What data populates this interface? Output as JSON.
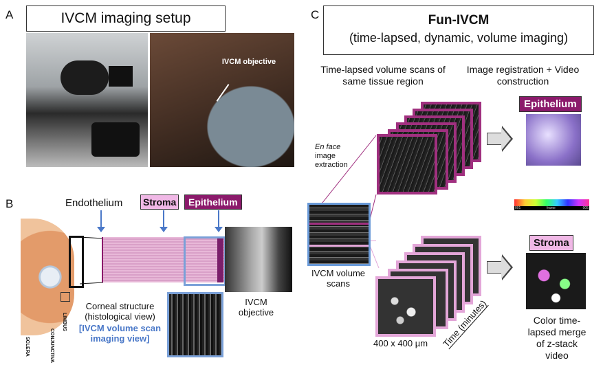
{
  "panel_a": {
    "letter": "A",
    "title": "IVCM imaging setup",
    "photo_label": "IVCM objective"
  },
  "panel_b": {
    "letter": "B",
    "endothelium": "Endothelium",
    "stroma": "Stroma",
    "epithelium": "Epithelium",
    "eye_labels": [
      "SCLERA",
      "CONJUNCTIVA",
      "LIMBUS"
    ],
    "corneal_structure": "Corneal structure (histological view)",
    "imaging_view": "[IVCM volume scan imaging view]",
    "objective": "IVCM objective"
  },
  "panel_c": {
    "letter": "C",
    "title": "Fun-IVCM",
    "subtitle": "(time-lapsed, dynamic, volume imaging)",
    "col1": "Time-lapsed volume scans of same tissue region",
    "col2": "Image registration + Video construction",
    "en_face_italic": "En face",
    "en_face_rest": "image extraction",
    "volume_scans": "IVCM volume scans",
    "epithelium": "Epithelium",
    "stroma": "Stroma",
    "size": "400 x 400 µm",
    "time": "Time (minutes)",
    "merge": "Color time-lapsed merge of z-stack video",
    "colorbar": {
      "start": "001",
      "label": "frame",
      "end": "005"
    }
  },
  "colors": {
    "epithelium": "#8b1a6b",
    "stroma_bg": "#f0b8e6",
    "blue": "#4a78c8"
  }
}
